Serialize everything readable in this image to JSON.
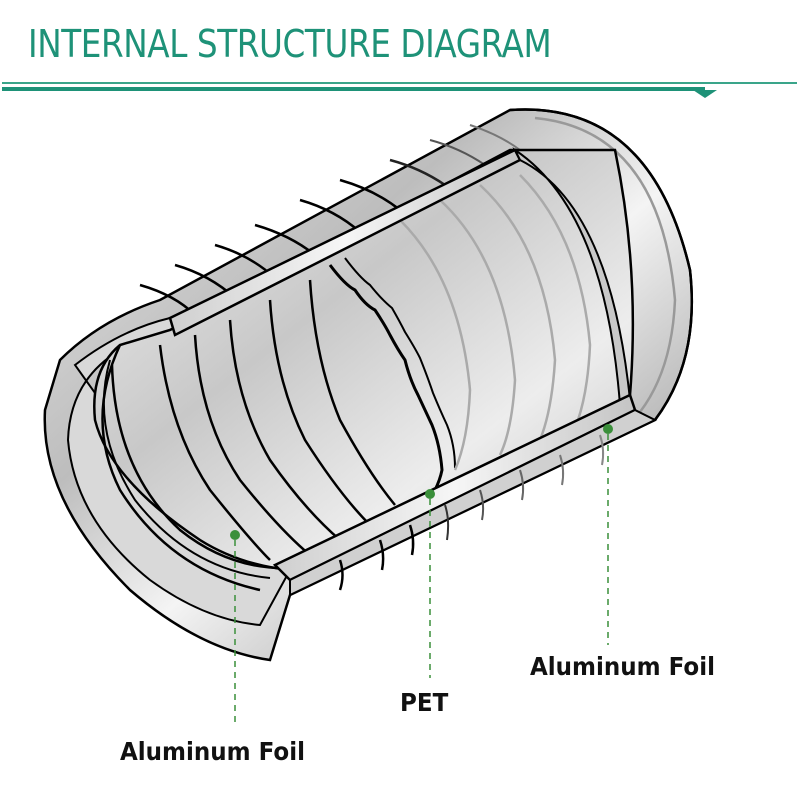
{
  "header": {
    "title": "INTERNAL STRUCTURE DIAGRAM",
    "accent_color": "#1e9278"
  },
  "diagram": {
    "subject": "flexible aluminum foil duct cutaway",
    "callout_color": "#3a8f3a",
    "callouts": [
      {
        "id": "inner-foil",
        "label": "Aluminum Foil",
        "layer": "inner"
      },
      {
        "id": "pet",
        "label": "PET",
        "layer": "middle"
      },
      {
        "id": "outer-foil",
        "label": "Aluminum Foil",
        "layer": "outer"
      }
    ]
  }
}
